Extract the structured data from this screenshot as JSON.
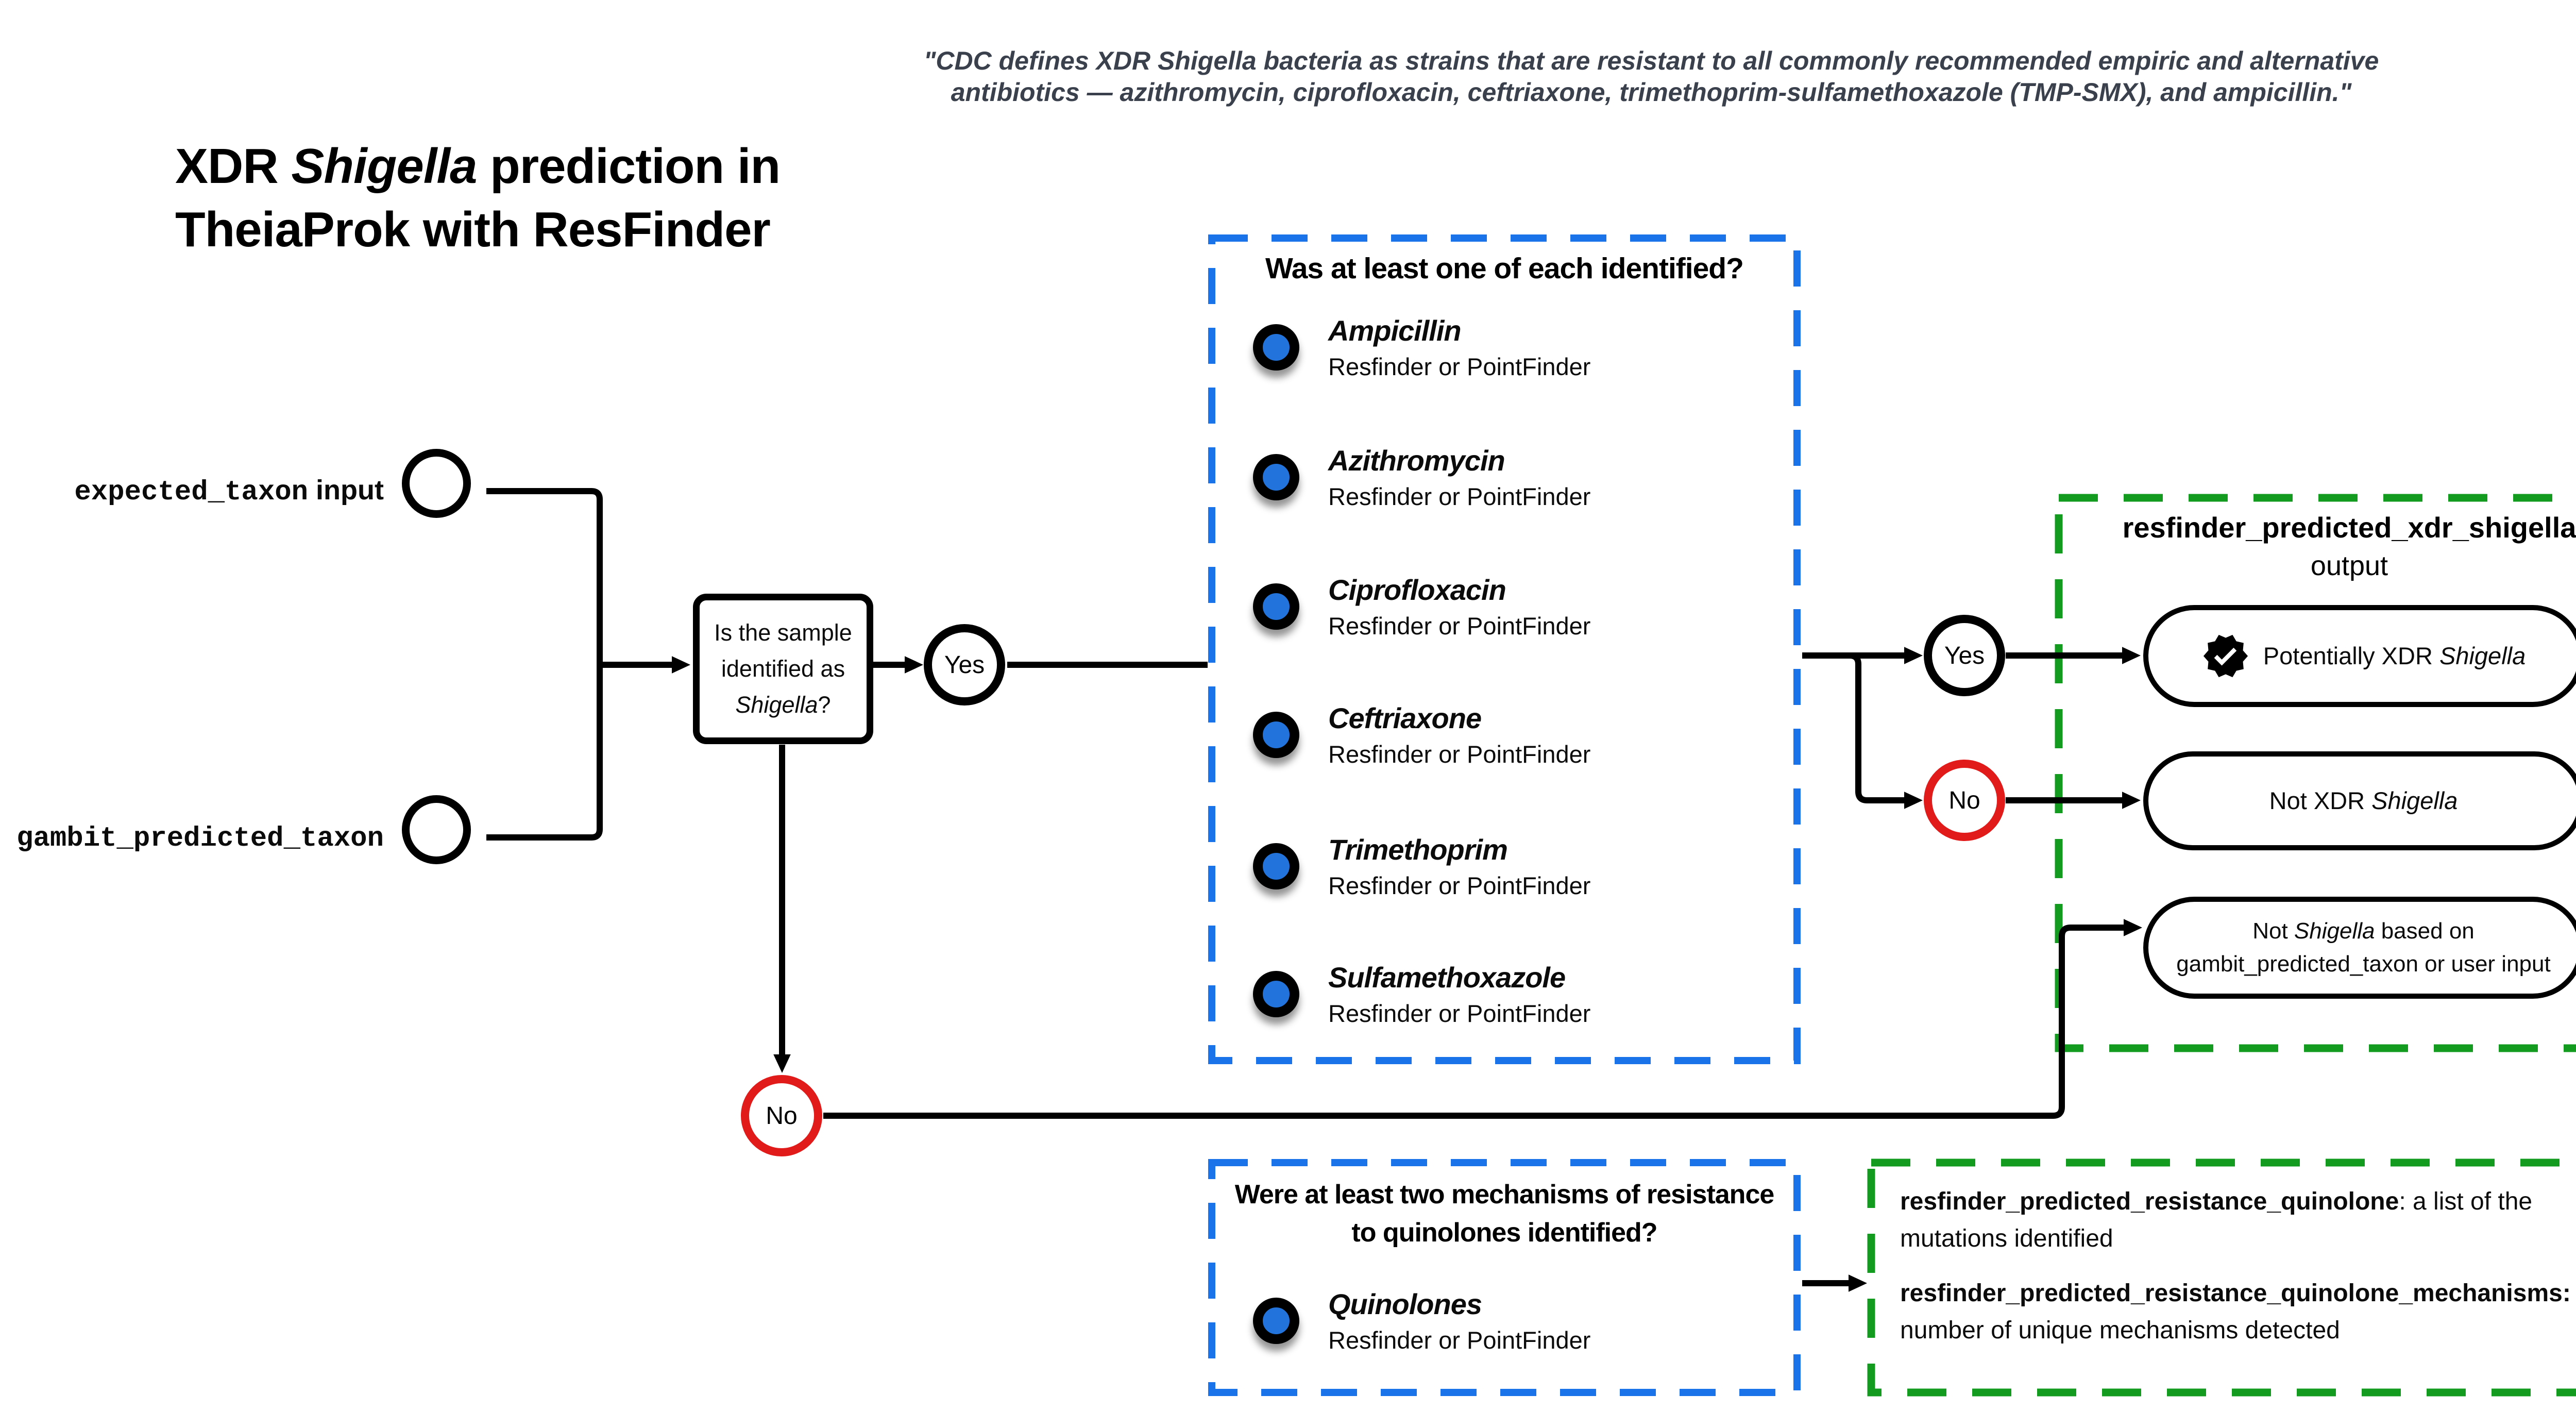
{
  "quote": "\"CDC defines XDR Shigella bacteria as strains that are resistant to all commonly recommended empiric and alternative antibiotics — azithromycin, ciprofloxacin, ceftriaxone, trimethoprim-sulfamethoxazole (TMP-SMX), and ampicillin.\"",
  "title": {
    "pre": "XDR ",
    "italic": "Shigella",
    "post": " prediction in TheiaProk with ResFinder"
  },
  "inputs": {
    "expected_taxon": {
      "mono": "expected_taxon",
      "suffix": " input"
    },
    "gambit_predicted_taxon": {
      "mono": "gambit_predicted_taxon"
    }
  },
  "decision": {
    "line1": "Is the sample",
    "line2": "identified as",
    "italic": "Shigella",
    "qmark": "?"
  },
  "labels": {
    "yes_mid": "Yes",
    "no_main": "No",
    "yes_right": "Yes",
    "no_right": "No"
  },
  "antibiotic_panel": {
    "header": "Was at least one of each identified?",
    "items": [
      {
        "name": "Ampicillin",
        "source": "Resfinder or PointFinder"
      },
      {
        "name": "Azithromycin",
        "source": "Resfinder or PointFinder"
      },
      {
        "name": "Ciprofloxacin",
        "source": "Resfinder or PointFinder"
      },
      {
        "name": "Ceftriaxone",
        "source": "Resfinder or PointFinder"
      },
      {
        "name": "Trimethoprim",
        "source": "Resfinder or PointFinder"
      },
      {
        "name": "Sulfamethoxazole",
        "source": "Resfinder or PointFinder"
      }
    ]
  },
  "output_panel": {
    "header": "resfinder_predicted_xdr_shigella",
    "header_sub": "output",
    "pill_potentially": {
      "pre": "Potentially XDR ",
      "italic": "Shigella"
    },
    "pill_not_xdr": {
      "pre": "Not XDR ",
      "italic": "Shigella"
    },
    "pill_not_shigella": {
      "pre": "Not ",
      "italic": "Shigella",
      "post": " based on gambit_predicted_taxon or user input"
    }
  },
  "quinolone_panel": {
    "header_line1": "Were at least two mechanisms of resistance",
    "header_line2": "to quinolones identified?",
    "item": {
      "name": "Quinolones",
      "source": "Resfinder or PointFinder"
    }
  },
  "quinolone_output_panel": {
    "entry1_name": "resfinder_predicted_resistance_quinolone",
    "entry1_desc": ": a list of the mutations identified",
    "entry2_name": "resfinder_predicted_resistance_quinolone_mechanisms:",
    "entry2_desc": " the number of unique mechanisms detected"
  },
  "colors": {
    "panel_blue": "#1a73e8",
    "circle_blue": "#2273db",
    "panel_green": "#129b1f",
    "no_red": "#e11a1a",
    "quote_gray": "#3a414c",
    "line_black": "#000000"
  }
}
